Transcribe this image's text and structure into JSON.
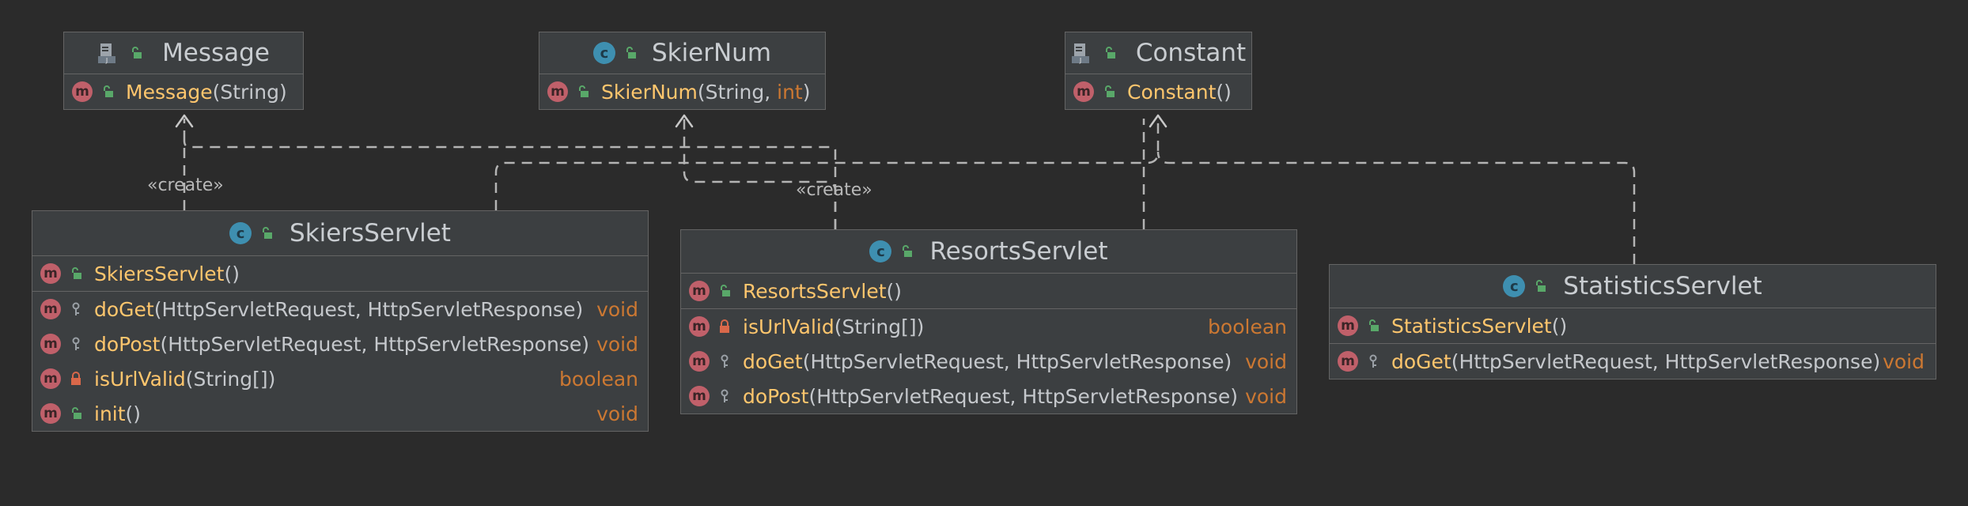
{
  "diagram": {
    "edge_label_create": "«create»",
    "classes": {
      "message": {
        "name": "Message",
        "kind_icon": "file-class-icon",
        "members": [
          {
            "name": "Message",
            "params": "(String)",
            "return": "",
            "visibility": "public"
          }
        ]
      },
      "skiernum": {
        "name": "SkierNum",
        "kind_icon": "class-icon",
        "members": [
          {
            "name": "SkierNum",
            "params_before_kw": "(String, ",
            "params_kw": "int",
            "params_after_kw": ")",
            "return": "",
            "visibility": "public"
          }
        ]
      },
      "constant": {
        "name": "Constant",
        "kind_icon": "file-class-icon",
        "members": [
          {
            "name": "Constant",
            "params": "()",
            "return": "",
            "visibility": "public"
          }
        ]
      },
      "skiersservlet": {
        "name": "SkiersServlet",
        "kind_icon": "class-icon",
        "members": [
          {
            "name": "SkiersServlet",
            "params": "()",
            "return": "",
            "visibility": "public"
          },
          {
            "name": "doGet",
            "params": "(HttpServletRequest, HttpServletResponse)",
            "return": "void",
            "visibility": "protected"
          },
          {
            "name": "doPost",
            "params": "(HttpServletRequest, HttpServletResponse)",
            "return": "void",
            "visibility": "protected"
          },
          {
            "name": "isUrlValid",
            "params": "(String[])",
            "return": "boolean",
            "visibility": "private"
          },
          {
            "name": "init",
            "params": "()",
            "return": "void",
            "visibility": "public"
          }
        ]
      },
      "resortsservlet": {
        "name": "ResortsServlet",
        "kind_icon": "class-icon",
        "members": [
          {
            "name": "ResortsServlet",
            "params": "()",
            "return": "",
            "visibility": "public"
          },
          {
            "name": "isUrlValid",
            "params": "(String[])",
            "return": "boolean",
            "visibility": "private"
          },
          {
            "name": "doGet",
            "params": "(HttpServletRequest, HttpServletResponse)",
            "return": "void",
            "visibility": "protected"
          },
          {
            "name": "doPost",
            "params": "(HttpServletRequest, HttpServletResponse)",
            "return": "void",
            "visibility": "protected"
          }
        ]
      },
      "statisticsservlet": {
        "name": "StatisticsServlet",
        "kind_icon": "class-icon",
        "members": [
          {
            "name": "StatisticsServlet",
            "params": "()",
            "return": "",
            "visibility": "public"
          },
          {
            "name": "doGet",
            "params": "(HttpServletRequest, HttpServletResponse)",
            "return": "void",
            "visibility": "protected"
          }
        ]
      }
    },
    "colors": {
      "background": "#2b2b2b",
      "node_fill": "#3c3f41",
      "border": "#646464",
      "method_name": "#ffc66d",
      "keyword": "#cc7832",
      "method_badge": "#c0606a",
      "class_badge": "#3e8fb0",
      "public_lock": "#59a869",
      "private_lock": "#d9684a"
    }
  }
}
